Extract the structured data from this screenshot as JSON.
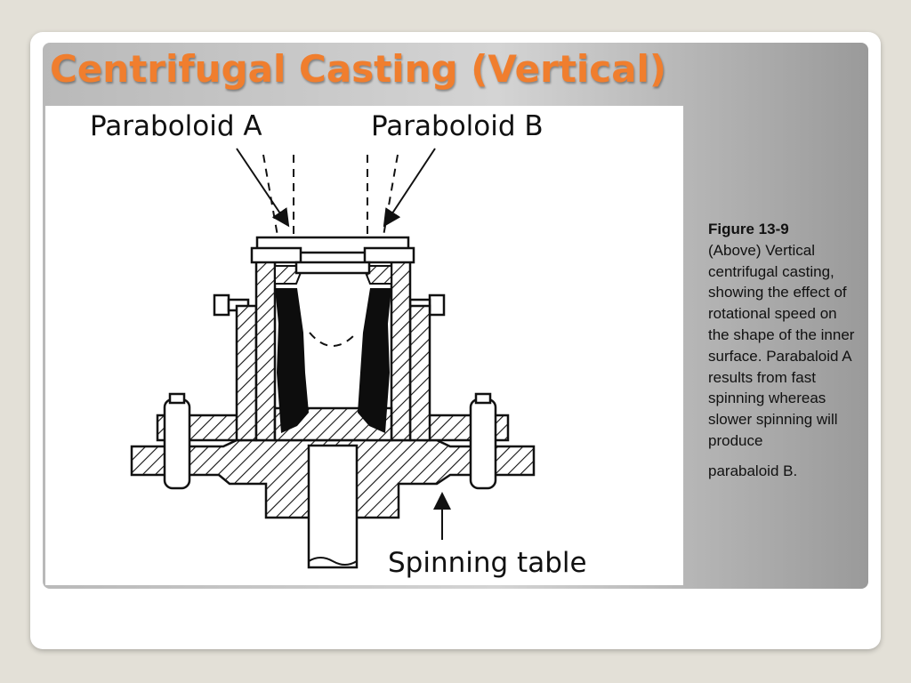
{
  "slide": {
    "title": "Centrifugal Casting (Vertical)"
  },
  "figure": {
    "label_a": "Paraboloid A",
    "label_b": "Paraboloid B",
    "label_table": "Spinning table"
  },
  "caption": {
    "figure_number": "Figure 13-9",
    "body": "(Above) Vertical centrifugal casting, showing the effect of rotational speed on the shape of the inner surface. Parabaloid A results from fast spinning whereas slower spinning will produce",
    "tail": "parabaloid B."
  }
}
